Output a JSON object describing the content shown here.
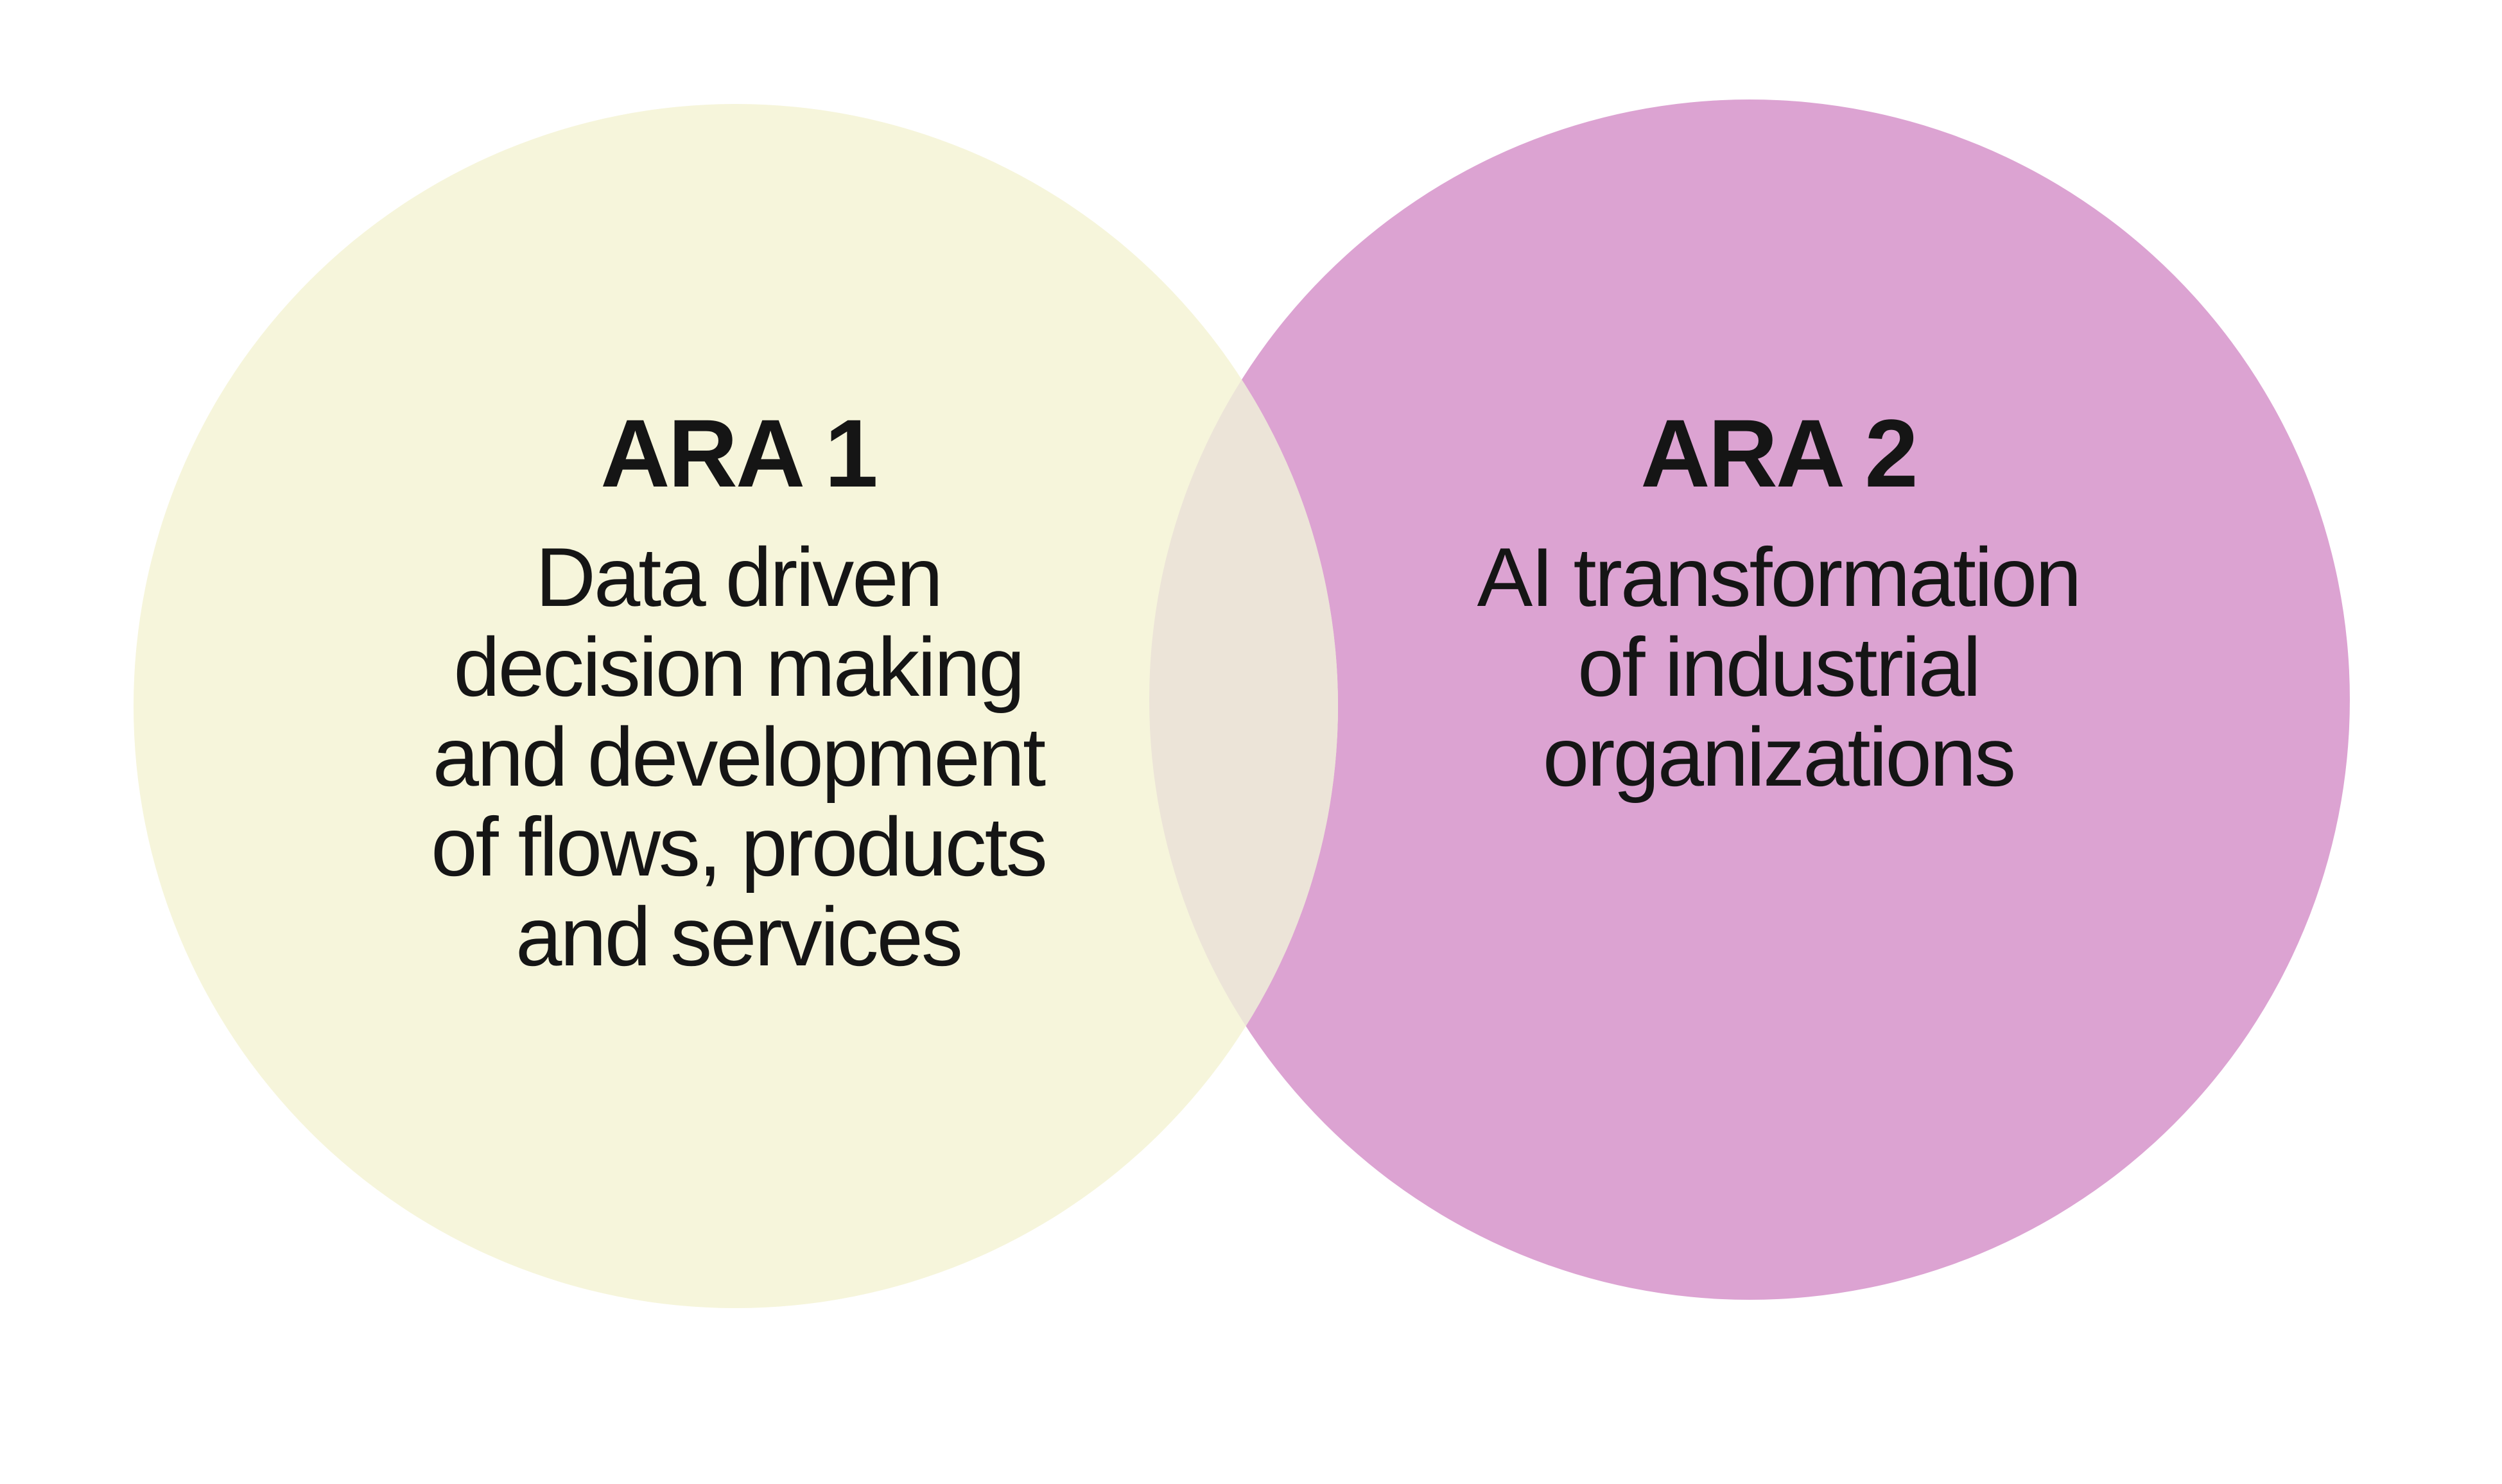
{
  "venn": {
    "background_color": "#ffffff",
    "text_color": "#151515",
    "left": {
      "title": "ARA 1",
      "lines": [
        "Data driven",
        "decision making",
        "and development",
        "of flows, products",
        "and services"
      ],
      "full_text": "Data driven decision making and development of flows, products and services",
      "fill": "#f6f5db"
    },
    "right": {
      "title": "ARA 2",
      "lines": [
        "AI transformation",
        "of industrial",
        "organizations"
      ],
      "full_text": "AI transformation of industrial organizations",
      "fill": "#dca3d2"
    },
    "overlap": {
      "fill": "#ece4d8",
      "label": ""
    }
  }
}
